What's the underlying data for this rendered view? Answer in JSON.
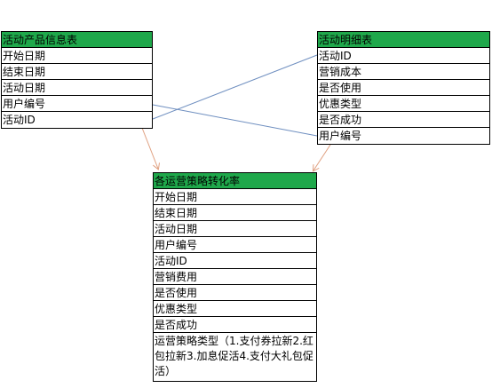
{
  "tables": {
    "product_info": {
      "title": "活动产品信息表",
      "fields": [
        "开始日期",
        "结束日期",
        "活动日期",
        "用户编号",
        "活动ID"
      ]
    },
    "activity_detail": {
      "title": "活动明细表",
      "fields": [
        "活动ID",
        "营销成本",
        "是否使用",
        "优惠类型",
        "是否成功",
        "用户编号"
      ]
    },
    "conversion": {
      "title": "各运营策略转化率",
      "fields": [
        "开始日期",
        "结束日期",
        "活动日期",
        "用户编号",
        "活动ID",
        "营销费用",
        "是否使用",
        "优惠类型",
        "是否成功"
      ],
      "strategy_note": "运营策略类型（1.支付券拉新2.红包拉新3.加息促活4.支付大礼包促活）"
    }
  },
  "colors": {
    "header_fill": "#1fa84b",
    "join_line": "#6f8fc0",
    "arrow": "#e0a080"
  }
}
